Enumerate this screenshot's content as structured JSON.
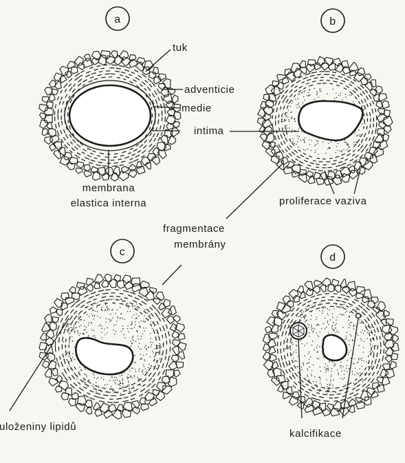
{
  "panels": [
    {
      "id": "a",
      "letter": "a"
    },
    {
      "id": "b",
      "letter": "b"
    },
    {
      "id": "c",
      "letter": "c"
    },
    {
      "id": "d",
      "letter": "d"
    }
  ],
  "labels": {
    "tuk": "tuk",
    "adventicie": "adventicie",
    "medie": "medie",
    "intima": "intima",
    "membrana": "membrana",
    "elastica_interna": "elastica interna",
    "proliferace_vaziva": "proliferace vaziva",
    "fragmentace": "fragmentace",
    "membrany": "membrány",
    "ulozeniny_lipidu": "uloženiny lipidů",
    "kalcifikace": "kalcifikace"
  },
  "colors": {
    "ink": "#1a1a1a",
    "paper": "#f7f6f1"
  }
}
